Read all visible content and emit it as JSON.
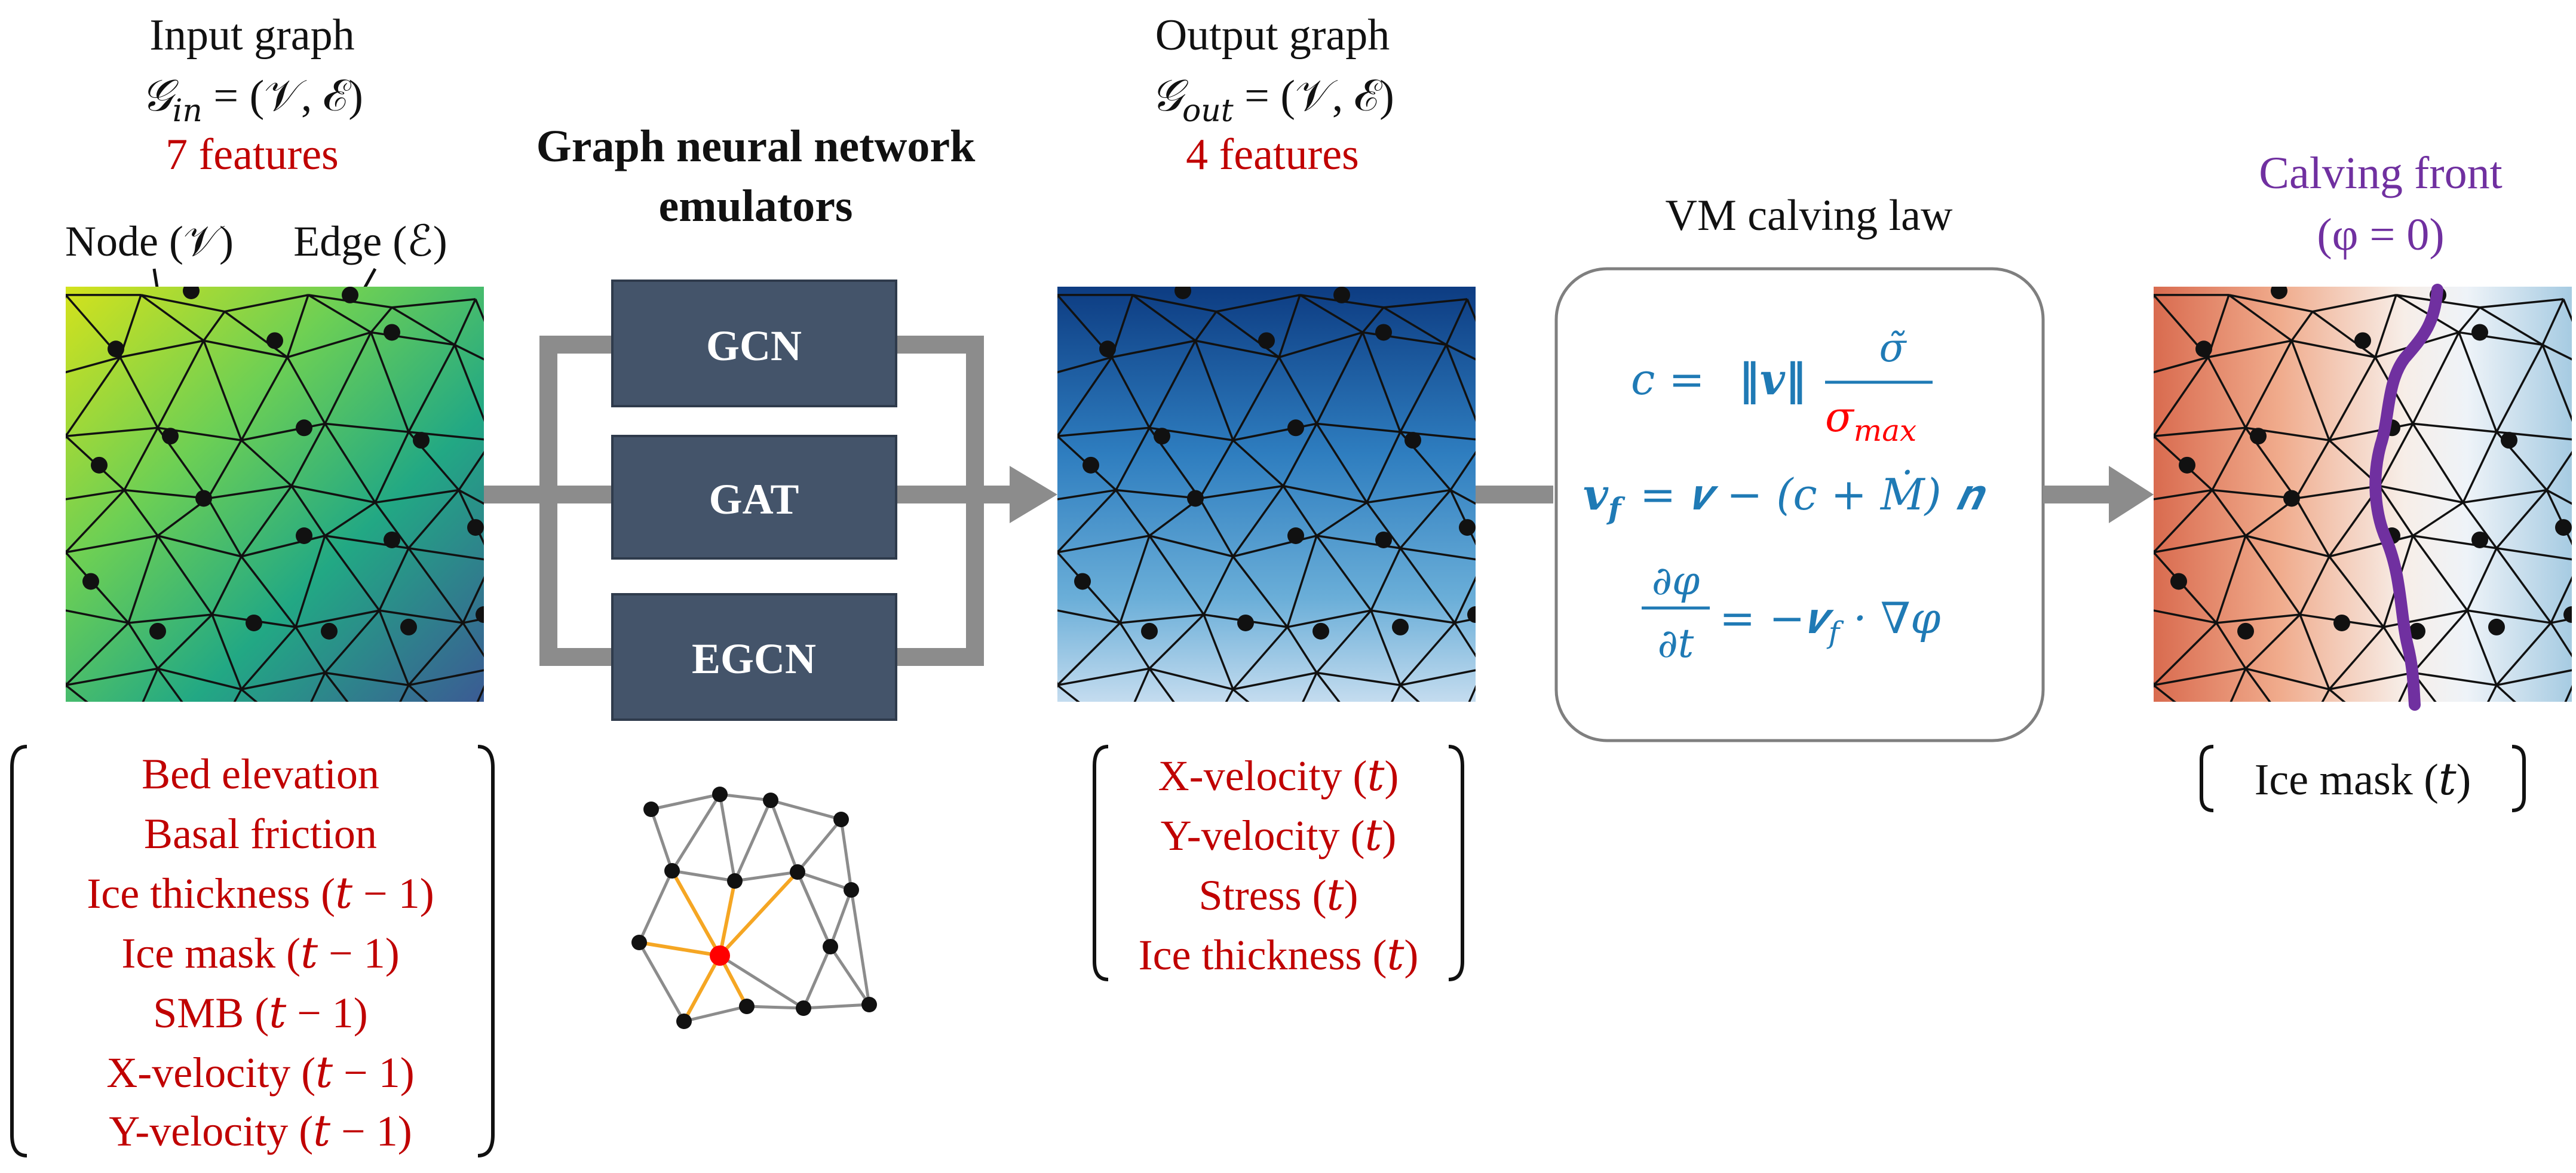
{
  "colors": {
    "black": "#111111",
    "red": "#c00000",
    "blue": "#1f7ab5",
    "purple": "#7030a0",
    "gnn_box": "#44546a",
    "arrow": "#8c8c8c",
    "graph_edge": "#8c8c8c",
    "highlight_edge": "#f5a623",
    "highlight_node": "#ff0000"
  },
  "input_graph": {
    "title": "Input graph",
    "notation_main": "𝒢",
    "notation_sub": "in",
    "notation_rest": " = (𝒱, ℰ)",
    "feature_count": "7 features",
    "node_label": "Node (𝒱)",
    "edge_label": "Edge (ℰ)",
    "features": [
      "Bed elevation",
      "Basal friction",
      "Ice thickness (𝑡 − 1)",
      "Ice mask (𝑡 − 1)",
      "SMB (𝑡 − 1)",
      "X-velocity (𝑡 − 1)",
      "Y-velocity (𝑡 − 1)"
    ]
  },
  "gnn": {
    "title_line1": "Graph neural network",
    "title_line2": "emulators",
    "models": [
      "GCN",
      "GAT",
      "EGCN"
    ]
  },
  "output_graph": {
    "title": "Output graph",
    "notation_main": "𝒢",
    "notation_sub": "out",
    "notation_rest": " = (𝒱, ℰ)",
    "feature_count": "4 features",
    "features": [
      "X-velocity (𝑡)",
      "Y-velocity (𝑡)",
      "Stress (𝑡)",
      "Ice thickness (𝑡)"
    ]
  },
  "calving_law": {
    "title": "VM calving law",
    "eq1_lhs": "c = ",
    "eq1_norm": "‖𝒗‖",
    "eq1_num": "σ̃",
    "eq1_den_main": "σ",
    "eq1_den_sub": "max",
    "eq2_lhs_main": "𝒗",
    "eq2_lhs_sub": "f",
    "eq2_rest": " = 𝒗 − (c + Ṁ) 𝒏",
    "eq3_num": "∂φ",
    "eq3_den": "∂t",
    "eq3_rest_a": "= −𝒗",
    "eq3_rest_sub": "f",
    "eq3_rest_b": " · ∇φ"
  },
  "calving_front": {
    "title_line1": "Calving front",
    "title_line2": "(φ = 0)",
    "output_feature": "Ice mask (𝑡)"
  }
}
